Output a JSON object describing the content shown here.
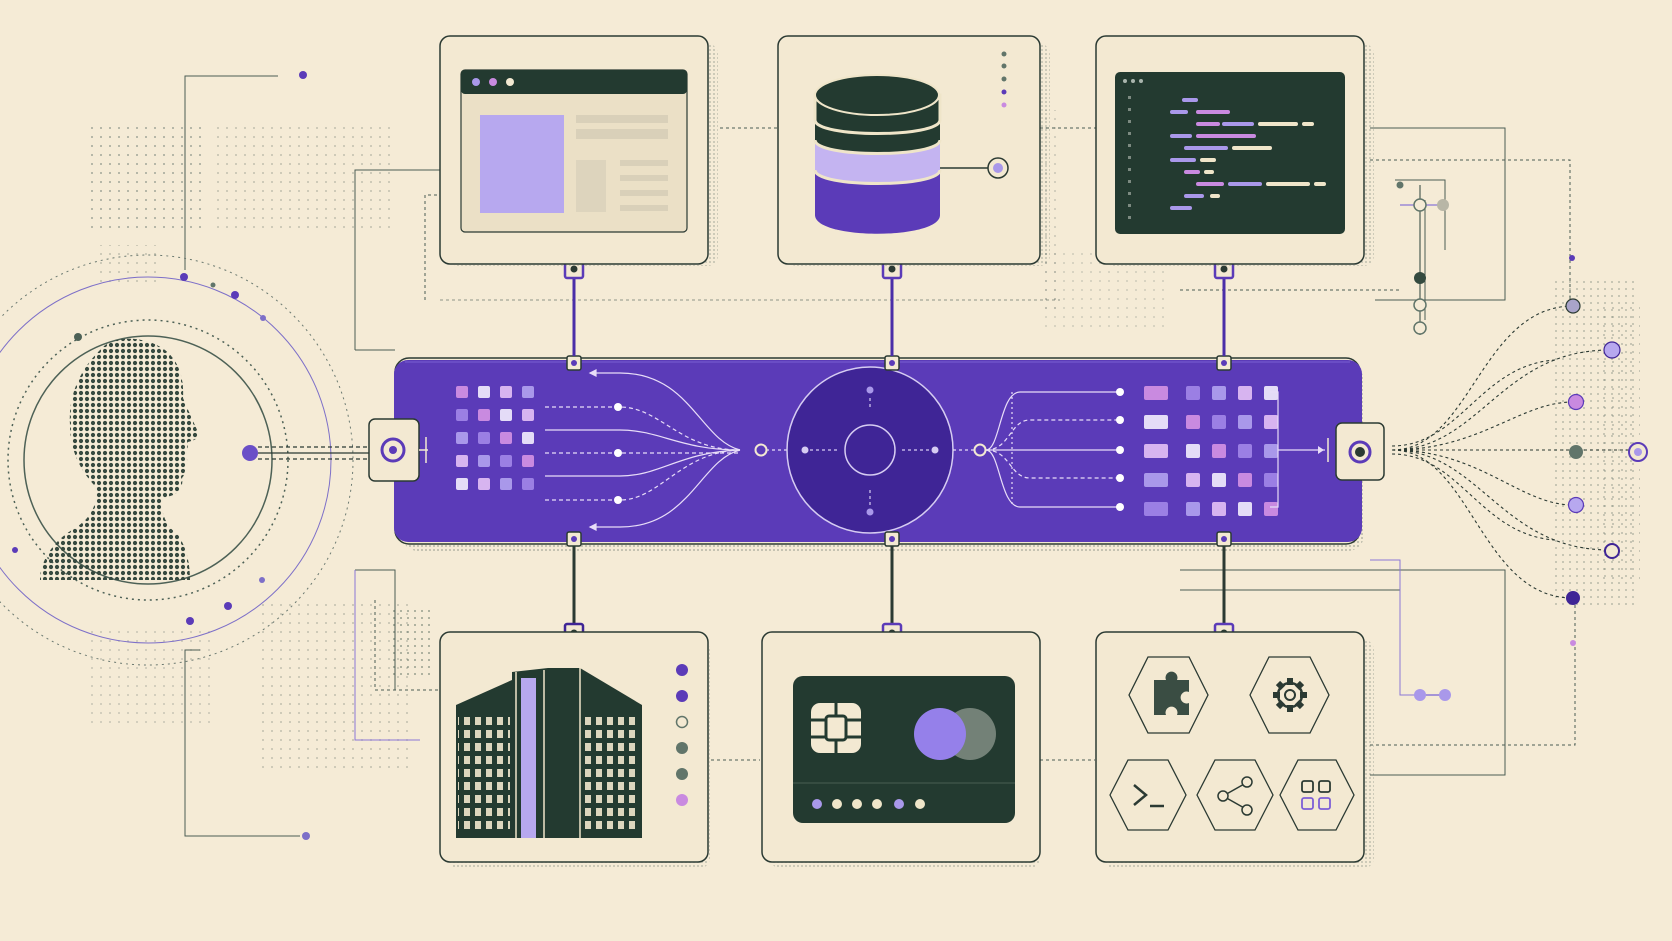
{
  "palette": {
    "background": "#f5ebd6",
    "card": "#f3e9d2",
    "ink": "#2b3a33",
    "dark_green": "#233a30",
    "grey_green": "#61756a",
    "purple": "#5b3bb8",
    "purple_dark": "#3f2596",
    "lavender": "#a998ea",
    "pink": "#c98ae0",
    "cream": "#efe5c9"
  },
  "nodes": {
    "user": {
      "icon": "user-silhouette-icon"
    },
    "top": [
      {
        "id": "web-app",
        "icon": "browser-window-icon"
      },
      {
        "id": "database",
        "icon": "database-icon"
      },
      {
        "id": "code-editor",
        "icon": "code-editor-icon"
      }
    ],
    "bottom": [
      {
        "id": "office-building",
        "icon": "building-icon"
      },
      {
        "id": "payment-card",
        "icon": "credit-card-icon"
      },
      {
        "id": "integrations",
        "icons": [
          "puzzle-icon",
          "gear-icon",
          "terminal-icon",
          "share-icon",
          "apps-grid-icon"
        ]
      }
    ],
    "hub": {
      "icon": "routing-hub-icon"
    },
    "outputs": {
      "icon": "fan-out-outputs-icon"
    }
  }
}
